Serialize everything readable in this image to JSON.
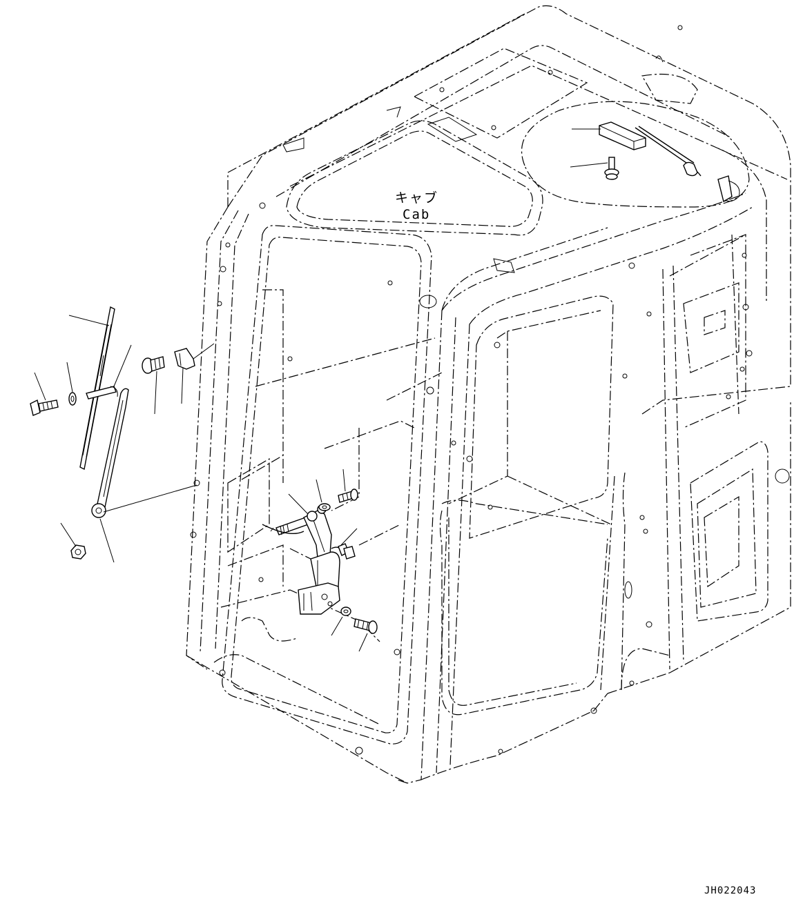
{
  "labels": {
    "cab_jp": "キャブ",
    "cab_en": "Cab",
    "drawing_id": "JH022043"
  },
  "colors": {
    "line": "#000000",
    "background": "#ffffff"
  }
}
